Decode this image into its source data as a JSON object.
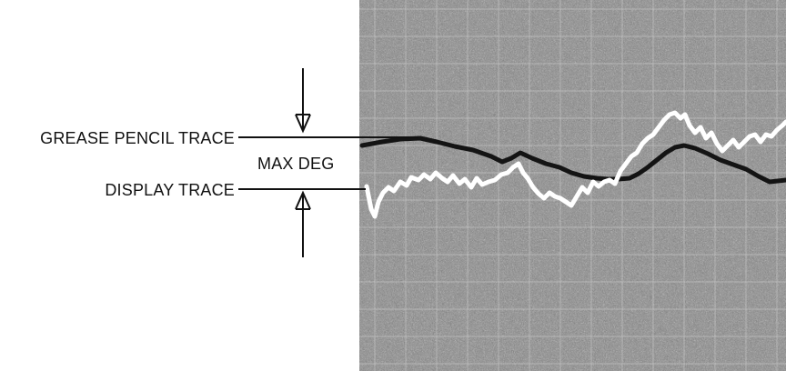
{
  "labels": {
    "grease_pencil_trace": "GREASE PENCIL TRACE",
    "max_deg": "MAX DEG",
    "display_trace": "DISPLAY TRACE"
  },
  "colors": {
    "ink": "#111111",
    "screen_base": "#8a8a8a",
    "grid_line": "#c4c4c4",
    "display_trace": "#ffffff",
    "grease_trace": "#1a1a1a"
  }
}
